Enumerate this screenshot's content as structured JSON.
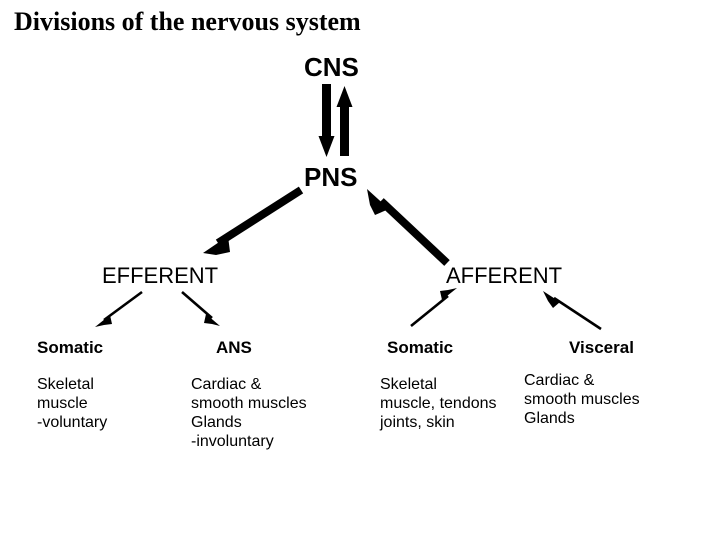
{
  "title": "Divisions of the nervous system",
  "nodes": {
    "cns": "CNS",
    "pns": "PNS",
    "efferent": "EFFERENT",
    "afferent": "AFFERENT"
  },
  "columns": [
    {
      "heading": "Somatic",
      "body": "Skeletal\nmuscle\n-voluntary"
    },
    {
      "heading": "ANS",
      "body": "Cardiac &\nsmooth muscles\nGlands\n-involuntary"
    },
    {
      "heading": "Somatic",
      "body": "Skeletal\nmuscle, tendons\njoints, skin"
    },
    {
      "heading": "Visceral",
      "body": "Cardiac &\nsmooth muscles\nGlands"
    }
  ],
  "arrows": {
    "cns_to_pns_down": "arrow-down-cns-to-pns",
    "pns_to_cns_up": "arrow-up-pns-to-cns",
    "pns_to_efferent": "arrow-pns-to-efferent",
    "afferent_to_pns": "arrow-afferent-to-pns",
    "efferent_to_somatic": "arrow-efferent-to-somatic",
    "efferent_to_ans": "arrow-efferent-to-ans",
    "somatic_to_afferent": "arrow-somatic-to-afferent",
    "visceral_to_afferent": "arrow-visceral-to-afferent"
  },
  "colors": {
    "ink": "#000000",
    "background": "#ffffff"
  }
}
